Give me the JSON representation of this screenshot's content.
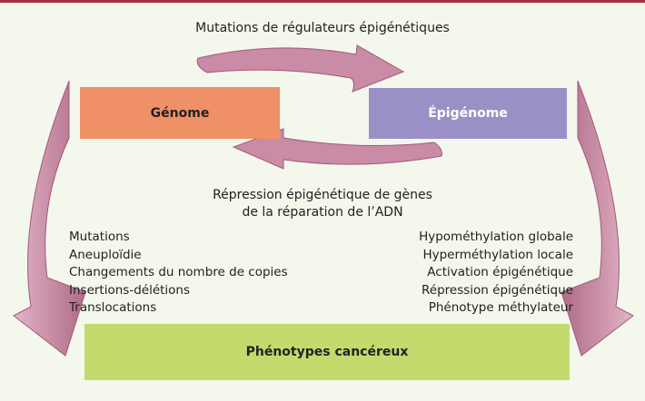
{
  "labels": {
    "top": "Mutations de régulateurs épigénétiques",
    "middle_line1": "Répression épigénétique de gènes",
    "middle_line2": "de la réparation de l’ADN"
  },
  "boxes": {
    "genome": "Génome",
    "epigenome": "Épigénome",
    "phenotypes": "Phénotypes cancéreux"
  },
  "genetic_alterations": [
    "Mutations",
    "Aneuploïdie",
    "Changements du nombre de copies",
    "Insertions-délétions",
    "Translocations"
  ],
  "epigenetic_alterations": [
    "Hypométhylation globale",
    "Hyperméthylation locale",
    "Activation épigénétique",
    "Répression épigénétique",
    "Phénotype méthylateur"
  ],
  "colors": {
    "genome": "#ef9066",
    "epigenome": "#9b90c6",
    "phenotypes": "#c3da6c",
    "arrows": "#c98ba5",
    "arrow_outline": "#a05a78",
    "background": "#f4f7ec"
  }
}
